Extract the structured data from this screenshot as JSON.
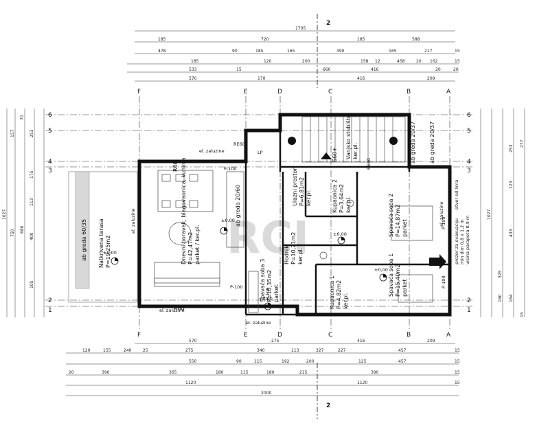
{
  "section_marker": "2",
  "axes_vertical": [
    "F",
    "E",
    "D",
    "C",
    "B",
    "A"
  ],
  "axes_horizontal": [
    "6",
    "5",
    "4",
    "3",
    "2",
    "1"
  ],
  "dims_top": {
    "row1": [
      "1705"
    ],
    "row2": [
      "185",
      "720",
      "185",
      "588"
    ],
    "row3": [
      "478",
      "90",
      "185",
      "165",
      "390",
      "165",
      "217",
      "15"
    ],
    "row4": [
      "185",
      "120",
      "200",
      "158",
      "12",
      "458",
      "20",
      "162",
      "15"
    ],
    "row5": [
      "533",
      "15",
      "660",
      "416",
      "20",
      "20"
    ],
    "row6": [
      "570",
      "170",
      "416",
      "209"
    ]
  },
  "dims_bottom": {
    "row1": [
      "570",
      "275",
      "416",
      "209"
    ],
    "row2": [
      "120",
      "155",
      "240",
      "25",
      "275",
      "340",
      "113",
      "327",
      "227",
      "457",
      "15"
    ],
    "row3": [
      "550",
      "90",
      "115",
      "192",
      "200",
      "125",
      "457",
      "15"
    ],
    "row4": [
      "20",
      "390",
      "365",
      "180",
      "115",
      "180",
      "215",
      "390",
      "15"
    ],
    "row5": [
      "1120",
      "1120",
      "15"
    ],
    "row6": [
      "2000"
    ]
  },
  "dims_left": [
    "1027",
    "750",
    "680",
    "157",
    "70",
    "253",
    "175",
    "113",
    "400",
    "105"
  ],
  "dims_right": [
    "1027",
    "277",
    "253",
    "123",
    "433",
    "325",
    "180",
    "164",
    "15"
  ],
  "rooms": [
    {
      "label": "Natkrivena terasa",
      "area": "P=19,25m2"
    },
    {
      "label": "Dnevni boravak, blagovaonica, kuhinja",
      "area": "P=42,47m2",
      "floor": "parket / ker.pl."
    },
    {
      "label": "Ulazni prostor",
      "area": "P=6,81m2",
      "floor": "ker.pl."
    },
    {
      "label": "Hodnik",
      "area": "P=10,21m2",
      "floor": "ker.pl."
    },
    {
      "label": "Kupaonica 2",
      "area": "P=3,64m2",
      "floor": "ker.pl."
    },
    {
      "label": "Spavaća soba 2",
      "area": "P=14,87m2",
      "floor": "parket"
    },
    {
      "label": "Spavaća soba 3",
      "area": "P=10,35m2",
      "floor": "parket"
    },
    {
      "label": "Kupaonica 1",
      "area": "P=4,82m2",
      "floor": "ker.pl."
    },
    {
      "label": "Spavaća soba 1",
      "area": "P=15,40m2",
      "floor": "parket"
    },
    {
      "label": "Vanjsko stubište",
      "floor": "ker.pl."
    }
  ],
  "beams": [
    "ab greda 60/35",
    "ab greda 20/60",
    "ab greda 20/37",
    "ab greda 20/37"
  ],
  "notes": [
    "el. zaluzine",
    "otvor od lima",
    "prozor za evakuaciju",
    "min dim 0,8 x 1,2 m",
    "visina parapeta 0,9 m"
  ],
  "tags": [
    "R60",
    "R60",
    "RE60",
    "RE60",
    "P-100",
    "P-100",
    "P-100",
    "P-100",
    "P-100",
    "S60+",
    "LP"
  ],
  "levels": [
    "±0,00",
    "±0,00",
    "±0,00",
    "±0,00",
    "±0,00"
  ],
  "watermark": "RCI"
}
